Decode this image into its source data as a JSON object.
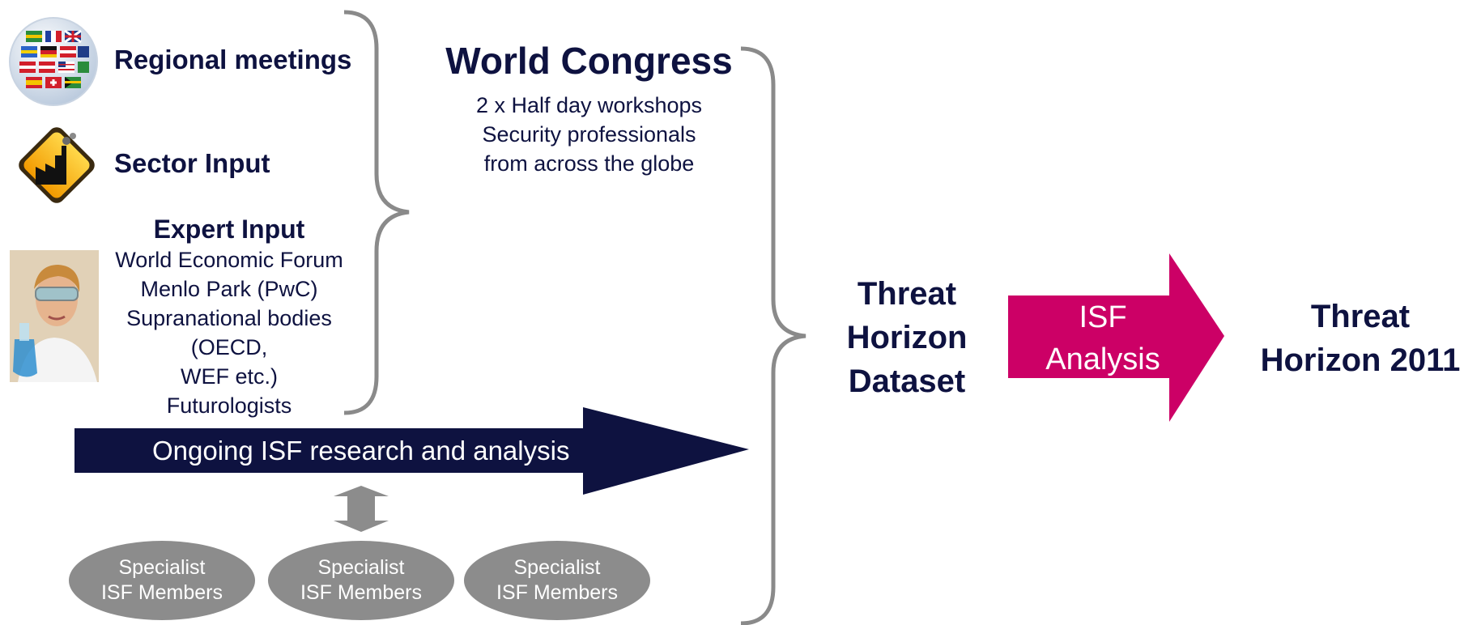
{
  "sources": {
    "regional": {
      "title": "Regional meetings",
      "icon": "flags-globe-icon"
    },
    "sector": {
      "title": "Sector Input",
      "icon": "factory-warning-icon"
    },
    "expert": {
      "title": "Expert Input",
      "icon": "scientist-photo",
      "lines": [
        "World Economic Forum",
        "Menlo Park (PwC)",
        "Supranational bodies",
        "(OECD,",
        "WEF etc.)",
        "Futurologists"
      ]
    }
  },
  "congress": {
    "title": "World Congress",
    "lines": [
      "2 x Half day workshops",
      "Security professionals",
      "from across the globe"
    ]
  },
  "research": {
    "label": "Ongoing ISF research and analysis"
  },
  "members": [
    {
      "line1": "Specialist",
      "line2": "ISF Members"
    },
    {
      "line1": "Specialist",
      "line2": "ISF Members"
    },
    {
      "line1": "Specialist",
      "line2": "ISF Members"
    }
  ],
  "dataset": {
    "lines": [
      "Threat",
      "Horizon",
      "Dataset"
    ]
  },
  "analysis": {
    "lines": [
      "ISF",
      "Analysis"
    ]
  },
  "result": {
    "lines": [
      "Threat",
      "Horizon 2011"
    ]
  },
  "colors": {
    "navy": "#0e1240",
    "magenta": "#cc0066",
    "gray": "#8c8c8c",
    "brace": "#8a8a8a"
  }
}
